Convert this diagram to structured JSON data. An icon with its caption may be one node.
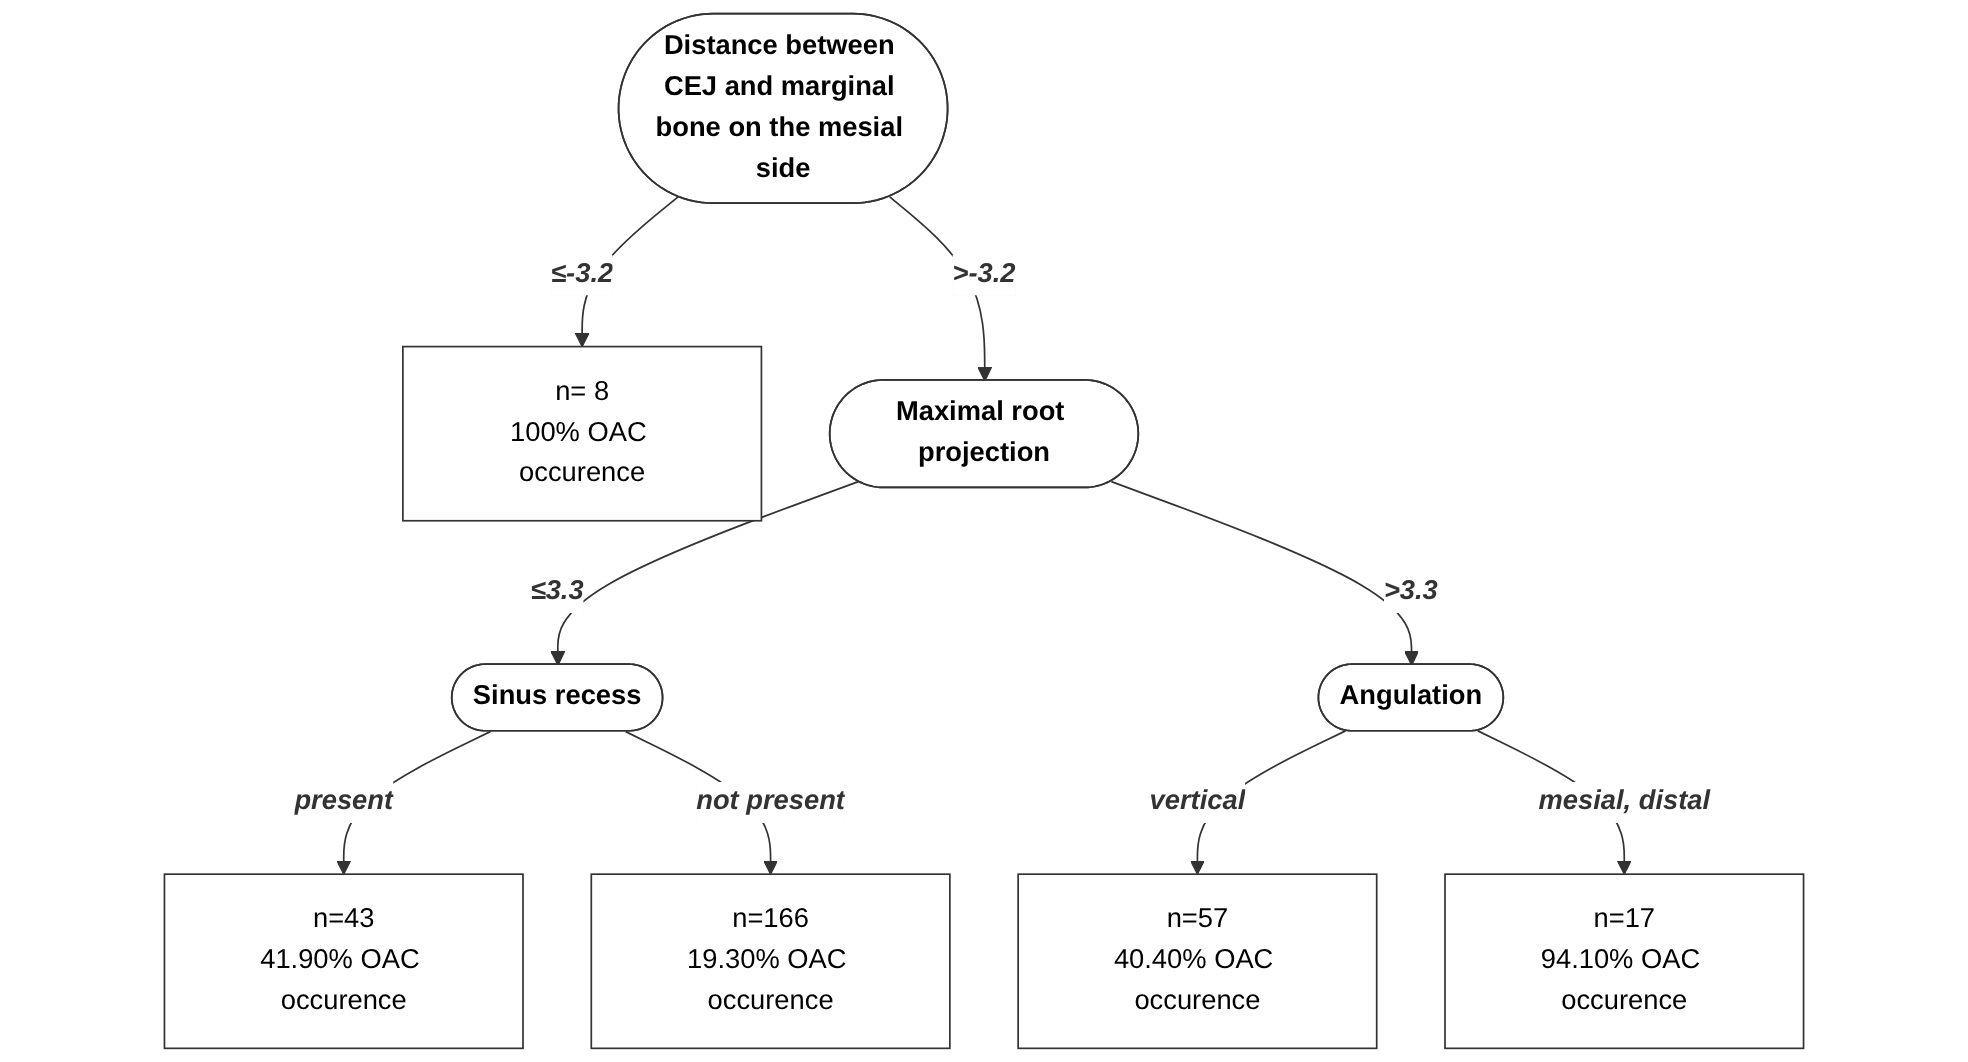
{
  "diagram": {
    "nodes": [
      {
        "text": [
          "Distance between CEJ and marginal bone on the mesial side"
        ]
      },
      {
        "text": [
          "n= 8",
          "100% OAC occurence"
        ]
      },
      {
        "text": [
          "Maximal root projection"
        ]
      },
      {
        "text": [
          "Sinus recess"
        ]
      },
      {
        "text": [
          "Angulation"
        ]
      },
      {
        "text": [
          "n=43",
          "41.90% OAC occurence"
        ]
      },
      {
        "text": [
          "n=166",
          "19.30% OAC occurence"
        ]
      },
      {
        "text": [
          "n=57",
          "40.40% OAC occurence"
        ]
      },
      {
        "text": [
          "n=17",
          "94.10% OAC occurence"
        ]
      }
    ],
    "edges": [
      {
        "from": 0,
        "to": 1,
        "arrow": "to",
        "label": "≤-3.2"
      },
      {
        "from": 0,
        "to": 2,
        "arrow": "to",
        "label": ">-3.2"
      },
      {
        "from": 2,
        "to": 3,
        "arrow": "to",
        "label": "≤3.3"
      },
      {
        "from": 2,
        "to": 4,
        "arrow": "to",
        "label": ">3.3"
      },
      {
        "from": 3,
        "to": 5,
        "arrow": "to",
        "label": "present"
      },
      {
        "from": 3,
        "to": 6,
        "arrow": "to",
        "label": "not present"
      },
      {
        "from": 4,
        "to": 7,
        "arrow": "to",
        "label": "vertical"
      },
      {
        "from": 4,
        "to": 8,
        "arrow": "to",
        "label": "mesial, distal"
      }
    ]
  }
}
